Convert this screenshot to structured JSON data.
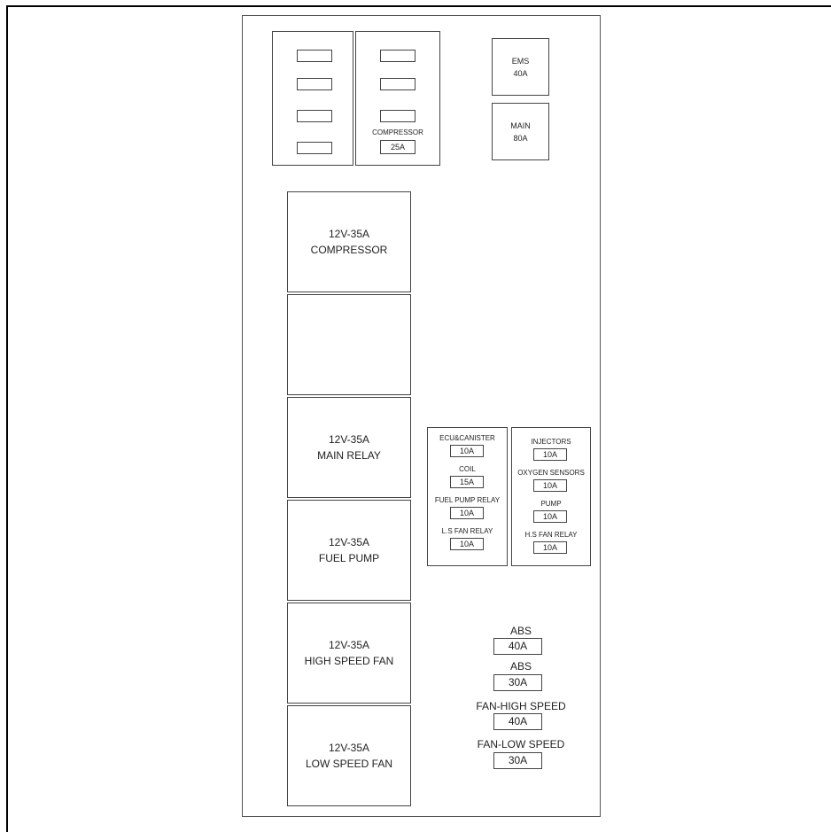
{
  "top_fuse_blocks": {
    "compressor_fuse": {
      "label": "COMPRESSOR",
      "rating": "25A"
    }
  },
  "large_fuses": [
    {
      "name": "EMS",
      "rating": "40A"
    },
    {
      "name": "MAIN",
      "rating": "80A"
    }
  ],
  "relays": [
    {
      "voltage": "12V-35A",
      "name": "COMPRESSOR"
    },
    {
      "voltage": "",
      "name": ""
    },
    {
      "voltage": "12V-35A",
      "name": "MAIN RELAY"
    },
    {
      "voltage": "12V-35A",
      "name": "FUEL PUMP"
    },
    {
      "voltage": "12V-35A",
      "name": "HIGH SPEED FAN"
    },
    {
      "voltage": "12V-35A",
      "name": "LOW SPEED FAN"
    }
  ],
  "left_mini_fuses": [
    {
      "label": "ECU&CANISTER",
      "rating": "10A"
    },
    {
      "label": "COIL",
      "rating": "15A"
    },
    {
      "label": "FUEL PUMP RELAY",
      "rating": "10A"
    },
    {
      "label": "L.S FAN RELAY",
      "rating": "10A"
    }
  ],
  "right_mini_fuses": [
    {
      "label": "INJECTORS",
      "rating": "10A"
    },
    {
      "label": "OXYGEN SENSORS",
      "rating": "10A"
    },
    {
      "label": "PUMP",
      "rating": "10A"
    },
    {
      "label": "H.S FAN RELAY",
      "rating": "10A"
    }
  ],
  "bottom_fuses": [
    {
      "label": "ABS",
      "rating": "40A"
    },
    {
      "label": "ABS",
      "rating": "30A"
    },
    {
      "label": "FAN-HIGH SPEED",
      "rating": "40A"
    },
    {
      "label": "FAN-LOW SPEED",
      "rating": "30A"
    }
  ]
}
